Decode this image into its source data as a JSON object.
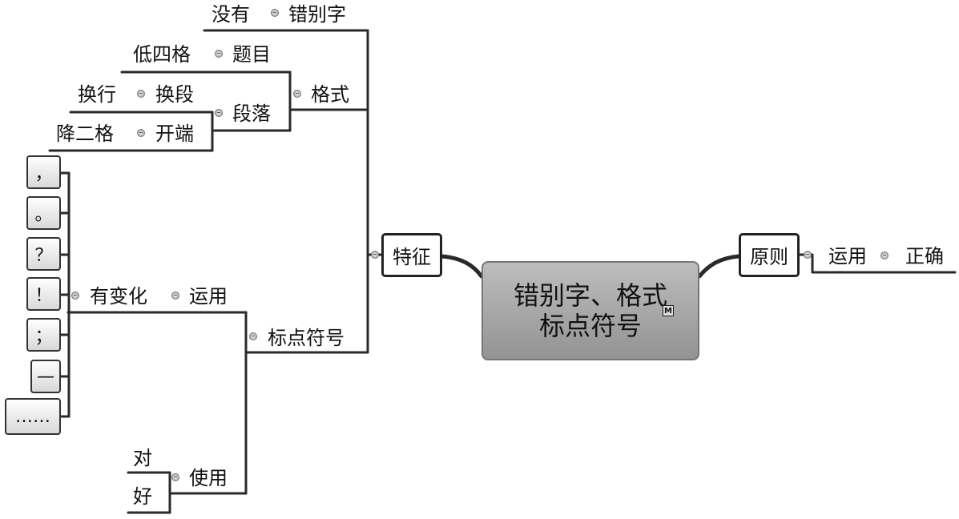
{
  "central": {
    "line1": "错别字、格式",
    "line2": "标点符号",
    "marker": "M"
  },
  "branches": {
    "tezheng": "特征",
    "yuanze": "原则",
    "yunyong_right": "运用",
    "zhengque": "正确",
    "meiyou": "没有",
    "cuobiezi": "错别字",
    "geshi": "格式",
    "timu": "题目",
    "disige": "低四格",
    "duanluo": "段落",
    "huanduan": "换段",
    "huanhang": "换行",
    "kaiduan": "开端",
    "jiangerge": "降二格",
    "biaodian": "标点符号",
    "yunyong": "运用",
    "youbianhua": "有变化",
    "shiyong": "使用",
    "dui": "对",
    "hao": "好"
  },
  "punctuation": [
    "，",
    "。",
    "？",
    "！",
    "；",
    "—",
    "……"
  ]
}
